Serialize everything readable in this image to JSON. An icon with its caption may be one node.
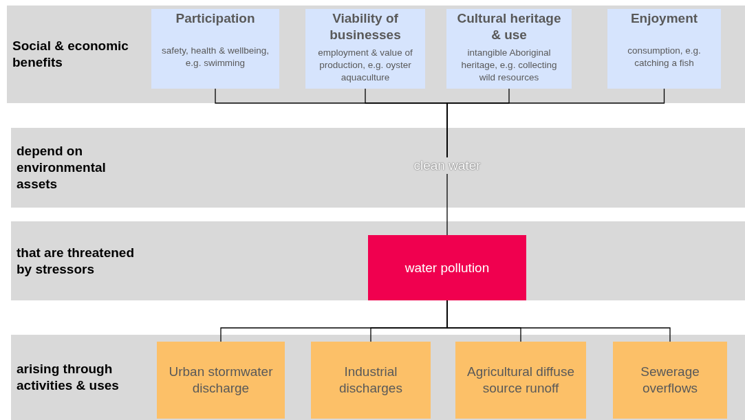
{
  "diagram": {
    "nodes": [
      {
        "text": [
          "Social & economic benefits"
        ]
      },
      {
        "text": [
          "Participation",
          "safety, health & wellbeing, e.g. swimming"
        ],
        "in": 0
      },
      {
        "text": [
          "Viability of businesses",
          "employment & value of production, e.g. oyster aquaculture"
        ],
        "in": 0
      },
      {
        "text": [
          "Cultural heritage & use",
          "intangible Aboriginal heritage, e.g. collecting wild resources"
        ],
        "in": 0
      },
      {
        "text": [
          "Enjoyment",
          "consumption, e.g. catching a fish"
        ],
        "in": 0
      },
      {
        "text": [
          "depend on environmental assets"
        ]
      },
      {
        "text": [
          "clean water"
        ],
        "in": 5
      },
      {
        "text": [
          "that are threatened by stressors"
        ]
      },
      {
        "text": [
          "water pollution"
        ],
        "in": 7
      },
      {
        "text": [
          "arising through activities & uses"
        ]
      },
      {
        "text": [
          "Urban stormwater discharge"
        ],
        "in": 9
      },
      {
        "text": [
          "Industrial discharges"
        ],
        "in": 9
      },
      {
        "text": [
          "Agricultural diffuse source runoff"
        ],
        "in": 9
      },
      {
        "text": [
          "Sewerage overflows"
        ],
        "in": 9
      }
    ],
    "edges": [
      {
        "from": 1,
        "to": 6,
        "arrow": "none"
      },
      {
        "from": 2,
        "to": 6,
        "arrow": "none"
      },
      {
        "from": 3,
        "to": 6,
        "arrow": "none"
      },
      {
        "from": 4,
        "to": 6,
        "arrow": "none"
      },
      {
        "from": 6,
        "to": 8,
        "arrow": "none"
      },
      {
        "from": 8,
        "to": 10,
        "arrow": "none"
      },
      {
        "from": 8,
        "to": 11,
        "arrow": "none"
      },
      {
        "from": 8,
        "to": 12,
        "arrow": "none"
      },
      {
        "from": 8,
        "to": 13,
        "arrow": "none"
      }
    ]
  }
}
